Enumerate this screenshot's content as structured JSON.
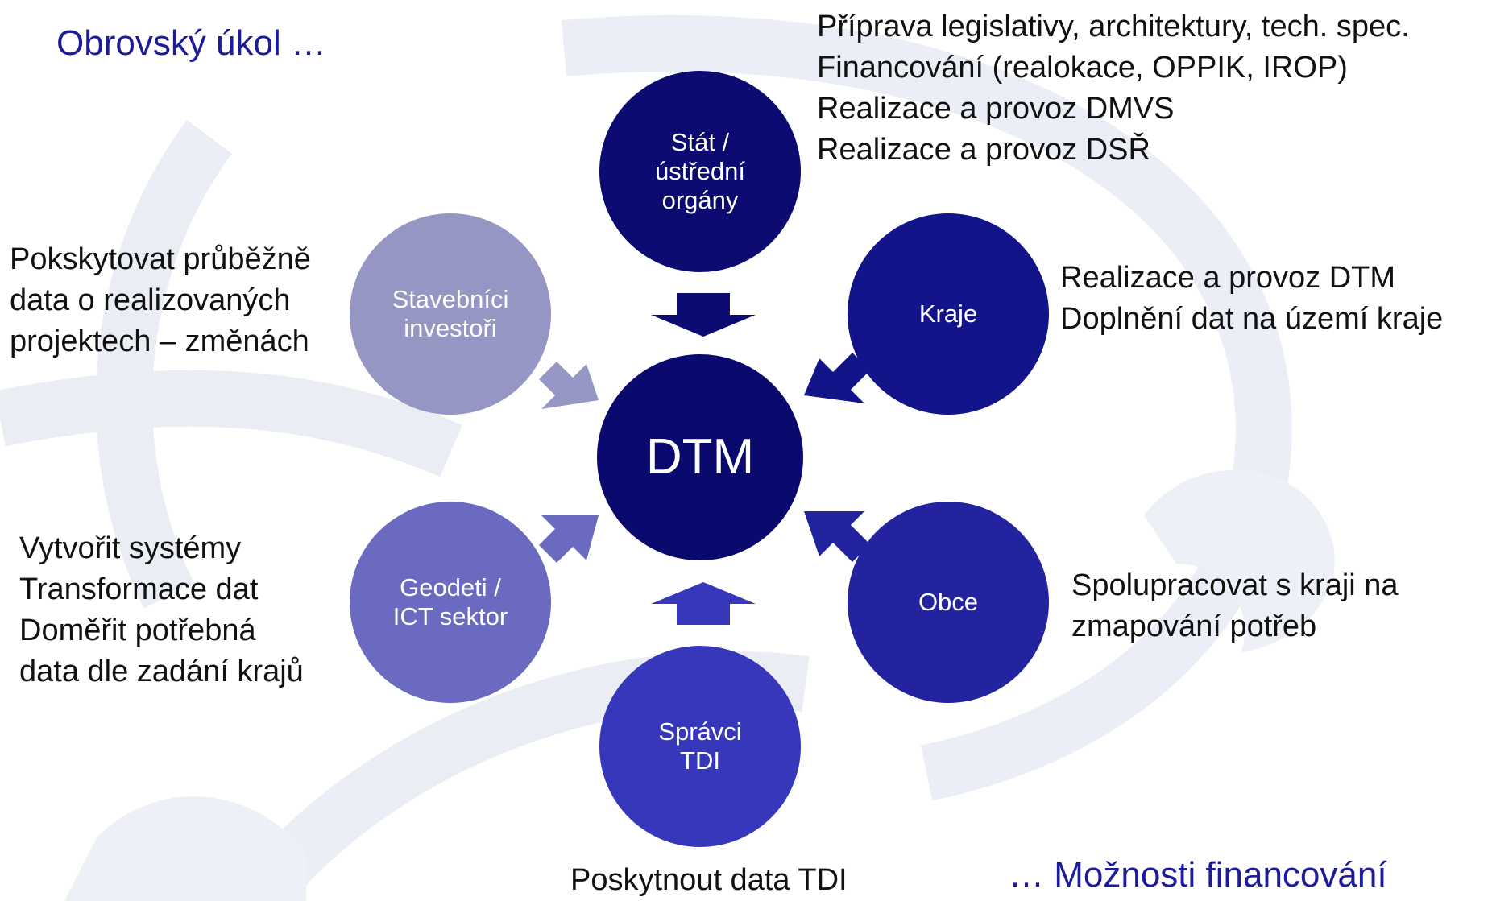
{
  "title_top": "Obrovský úkol …",
  "title_bottom": "… Možnosti financování",
  "center": {
    "label": "DTM",
    "color": "#0a0a6e"
  },
  "nodes": {
    "stat": {
      "label": "Stát /\nústřední\norgány",
      "color": "#0b0b72"
    },
    "kraje": {
      "label": "Kraje",
      "color": "#14148a"
    },
    "obce": {
      "label": "Obce",
      "color": "#23239f"
    },
    "spravci": {
      "label": "Správci\nTDI",
      "color": "#3737bb"
    },
    "geodeti": {
      "label": "Geodeti /\nICT sektor",
      "color": "#6a6ac0"
    },
    "stavebnici": {
      "label": "Stavebníci\ninvestoři",
      "color": "#9696c4"
    }
  },
  "descriptions": {
    "stat": [
      "Příprava legislativy, architektury, tech. spec.",
      "Financování (realokace, OPPIK, IROP)",
      "Realizace a provoz DMVS",
      "Realizace a provoz DSŘ"
    ],
    "kraje": [
      "Realizace a provoz DTM",
      "Doplnění dat na území kraje"
    ],
    "obce": [
      "Spolupracovat s kraji na",
      "zmapování potřeb"
    ],
    "spravci": [
      "Poskytnout data TDI"
    ],
    "geodeti": [
      "Vytvořit systémy",
      "Transformace dat",
      "Doměřit potřebná",
      "data dle zadání krajů"
    ],
    "stavebnici": [
      "Pokskytovat průběžně",
      "data o realizovaných",
      "projektech – změnách"
    ]
  }
}
